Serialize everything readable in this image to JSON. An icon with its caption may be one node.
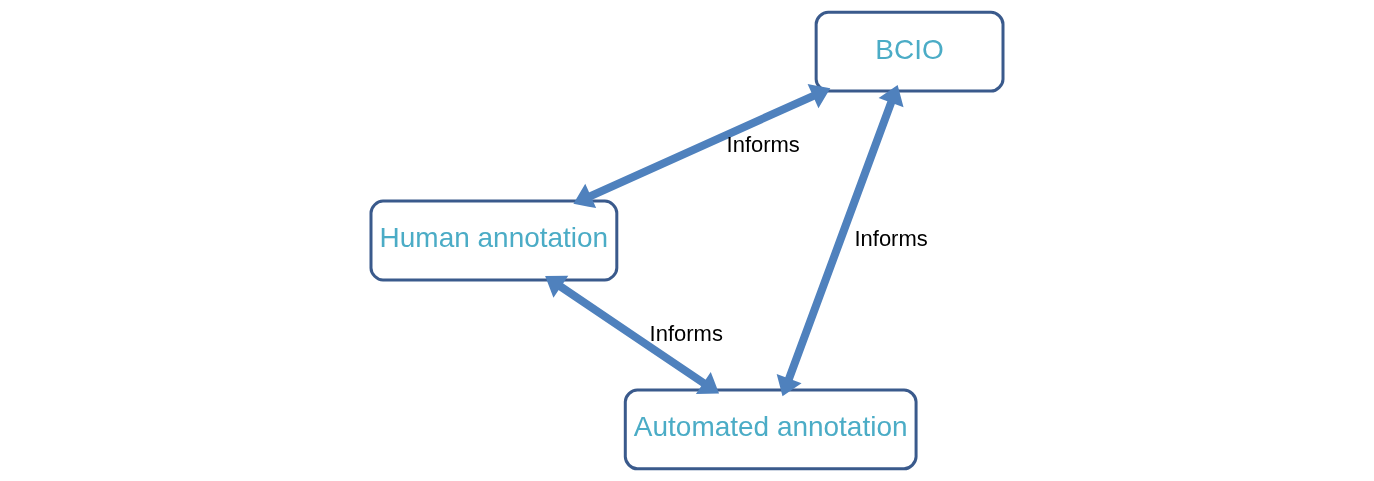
{
  "diagram": {
    "nodes": [
      {
        "text": [
          "BCIO"
        ]
      },
      {
        "text": [
          "Human annotation"
        ]
      },
      {
        "text": [
          "Automated annotation"
        ]
      }
    ],
    "edges": [
      {
        "from": 0,
        "to": 1,
        "arrow": "both",
        "label": "Informs"
      },
      {
        "from": 0,
        "to": 2,
        "arrow": "both",
        "label": "Informs"
      },
      {
        "from": 1,
        "to": 2,
        "arrow": "both",
        "label": "Informs"
      }
    ]
  }
}
